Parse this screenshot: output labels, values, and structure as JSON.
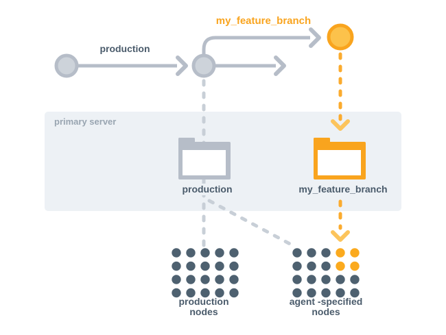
{
  "title": "branch deployment diagram",
  "colors": {
    "arrow_gray": "#b6bdc8",
    "circle_fill": "#cdd3da",
    "dash_gray": "#c8cfd7",
    "orange": "#f9a41e",
    "orange_circle_fill": "#fcc24b",
    "orange_dash": "#fbab2e",
    "orange_chevron": "#fcc45c",
    "box_bg": "#edf1f5",
    "box_label": "#99a5b1",
    "text_slate": "#4a5b6b",
    "node_slate": "#4e6170",
    "node_orange": "#fbaa1e"
  },
  "graph": {
    "production_label": "production",
    "feature_label": "my_feature_branch"
  },
  "server": {
    "label": "primary server"
  },
  "folders": {
    "production": {
      "label": "production"
    },
    "feature": {
      "label": "my_feature_branch"
    }
  },
  "node_grids": {
    "production": {
      "label_line1": "production",
      "label_line2": "nodes",
      "rows": 4,
      "cols": 5,
      "highlight_cells": []
    },
    "agent": {
      "label_line1": "agent -specified",
      "label_line2": "nodes",
      "rows": 4,
      "cols": 5,
      "highlight_cells": [
        [
          0,
          3
        ],
        [
          0,
          4
        ],
        [
          1,
          3
        ],
        [
          1,
          4
        ]
      ]
    }
  }
}
